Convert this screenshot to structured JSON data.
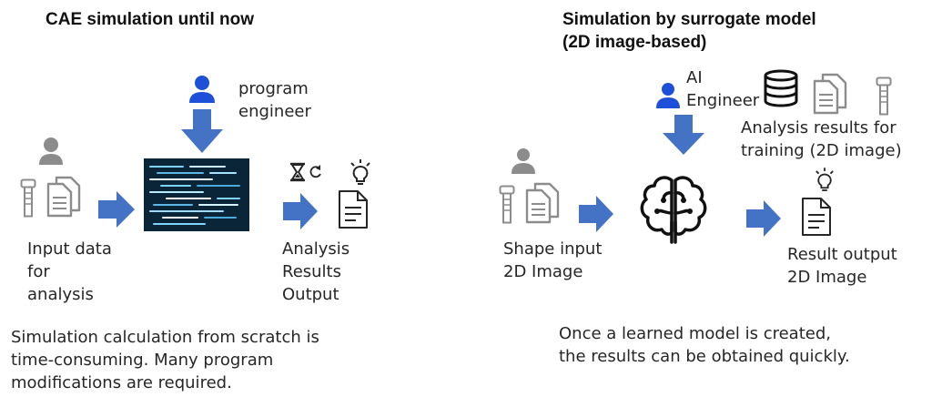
{
  "colors": {
    "arrow": "#4472c4",
    "person_blue": "#1d4fd8",
    "person_gray": "#8c8c8c",
    "outline": "#262626"
  },
  "left": {
    "title": "CAE simulation until now",
    "engineer_label": [
      "program",
      "engineer"
    ],
    "input_label": [
      "Input data",
      "for",
      "analysis"
    ],
    "output_label": [
      "Analysis",
      "Results",
      "Output"
    ],
    "caption": [
      "Simulation calculation from scratch is",
      "time-consuming. Many program",
      "modifications are required."
    ],
    "icons": [
      "person-icon",
      "bolt-icon",
      "documents-icon",
      "program-code-image",
      "hourglass-icon",
      "refresh-icon",
      "lightbulb-icon",
      "document-icon"
    ]
  },
  "right": {
    "title": [
      "Simulation by surrogate model",
      "(2D image-based)"
    ],
    "engineer_label": [
      "AI",
      "Engineer"
    ],
    "training_label": [
      "Analysis results for",
      "training (2D image)"
    ],
    "input_label": [
      "Shape input",
      "2D Image"
    ],
    "output_label": [
      "Result output",
      "2D Image"
    ],
    "caption": [
      "Once a learned model is created,",
      "the results can be obtained quickly."
    ],
    "icons": [
      "person-icon",
      "database-icon",
      "documents-icon",
      "bolt-icon",
      "brain-icon",
      "lightbulb-icon",
      "document-icon"
    ]
  }
}
